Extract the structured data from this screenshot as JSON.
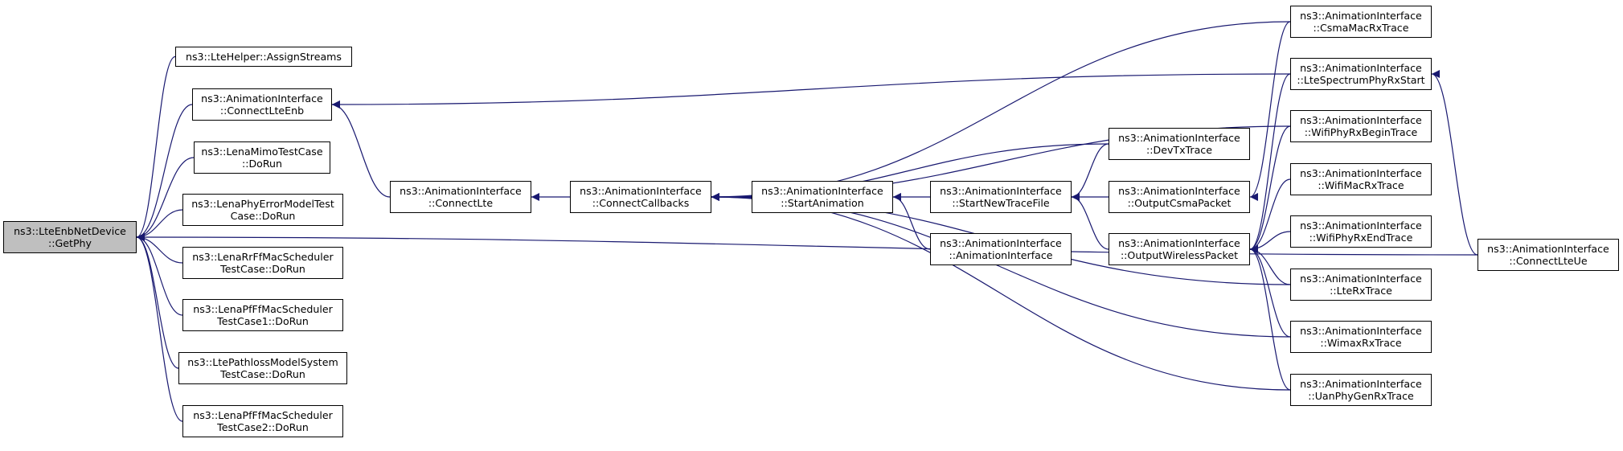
{
  "graph": {
    "edge_color": "#191970",
    "root_fill": "#bfbfbf",
    "node_fill": "#ffffff",
    "nodes": [
      {
        "id": "getphy",
        "lines": [
          "ns3::LteEnbNetDevice",
          "::GetPhy"
        ],
        "root": true
      },
      {
        "id": "assignstreams",
        "lines": [
          "ns3::LteHelper::AssignStreams"
        ]
      },
      {
        "id": "connectlteenb",
        "lines": [
          "ns3::AnimationInterface",
          "::ConnectLteEnb"
        ]
      },
      {
        "id": "lenamimo",
        "lines": [
          "ns3::LenaMimoTestCase",
          "::DoRun"
        ]
      },
      {
        "id": "lenaphyerror",
        "lines": [
          "ns3::LenaPhyErrorModelTest",
          "Case::DoRun"
        ]
      },
      {
        "id": "lenarrff",
        "lines": [
          "ns3::LenaRrFfMacScheduler",
          "TestCase::DoRun"
        ]
      },
      {
        "id": "lenapfff1",
        "lines": [
          "ns3::LenaPfFfMacScheduler",
          "TestCase1::DoRun"
        ]
      },
      {
        "id": "ltepathloss",
        "lines": [
          "ns3::LtePathlossModelSystem",
          "TestCase::DoRun"
        ]
      },
      {
        "id": "lenapfff2",
        "lines": [
          "ns3::LenaPfFfMacScheduler",
          "TestCase2::DoRun"
        ]
      },
      {
        "id": "connectlte",
        "lines": [
          "ns3::AnimationInterface",
          "::ConnectLte"
        ]
      },
      {
        "id": "connectcallbacks",
        "lines": [
          "ns3::AnimationInterface",
          "::ConnectCallbacks"
        ]
      },
      {
        "id": "startanimation",
        "lines": [
          "ns3::AnimationInterface",
          "::StartAnimation"
        ]
      },
      {
        "id": "startnewtracefile",
        "lines": [
          "ns3::AnimationInterface",
          "::StartNewTraceFile"
        ]
      },
      {
        "id": "animationinterface",
        "lines": [
          "ns3::AnimationInterface",
          "::AnimationInterface"
        ]
      },
      {
        "id": "devtxtrace",
        "lines": [
          "ns3::AnimationInterface",
          "::DevTxTrace"
        ]
      },
      {
        "id": "outputcsmapacket",
        "lines": [
          "ns3::AnimationInterface",
          "::OutputCsmaPacket"
        ]
      },
      {
        "id": "outputwirelesspacket",
        "lines": [
          "ns3::AnimationInterface",
          "::OutputWirelessPacket"
        ]
      },
      {
        "id": "csmamacrxtrace",
        "lines": [
          "ns3::AnimationInterface",
          "::CsmaMacRxTrace"
        ]
      },
      {
        "id": "ltespectrumphyrxstart",
        "lines": [
          "ns3::AnimationInterface",
          "::LteSpectrumPhyRxStart"
        ]
      },
      {
        "id": "wifiphyrxbegintrace",
        "lines": [
          "ns3::AnimationInterface",
          "::WifiPhyRxBeginTrace"
        ]
      },
      {
        "id": "wifimacrxtrace",
        "lines": [
          "ns3::AnimationInterface",
          "::WifiMacRxTrace"
        ]
      },
      {
        "id": "wifiphyrxendtrace",
        "lines": [
          "ns3::AnimationInterface",
          "::WifiPhyRxEndTrace"
        ]
      },
      {
        "id": "lterxtrace",
        "lines": [
          "ns3::AnimationInterface",
          "::LteRxTrace"
        ]
      },
      {
        "id": "wimaxrxtrace",
        "lines": [
          "ns3::AnimationInterface",
          "::WimaxRxTrace"
        ]
      },
      {
        "id": "uanphygenrxtrace",
        "lines": [
          "ns3::AnimationInterface",
          "::UanPhyGenRxTrace"
        ]
      },
      {
        "id": "connectlteue",
        "lines": [
          "ns3::AnimationInterface",
          "::ConnectLteUe"
        ]
      }
    ],
    "edges": [
      {
        "from": "assignstreams",
        "to": "getphy"
      },
      {
        "from": "connectlteenb",
        "to": "getphy"
      },
      {
        "from": "lenamimo",
        "to": "getphy"
      },
      {
        "from": "lenaphyerror",
        "to": "getphy"
      },
      {
        "from": "lenarrff",
        "to": "getphy"
      },
      {
        "from": "lenapfff1",
        "to": "getphy"
      },
      {
        "from": "ltepathloss",
        "to": "getphy"
      },
      {
        "from": "lenapfff2",
        "to": "getphy"
      },
      {
        "from": "connectlteue",
        "to": "getphy"
      },
      {
        "from": "connectlte",
        "to": "connectlteenb"
      },
      {
        "from": "ltespectrumphyrxstart",
        "to": "connectlteenb"
      },
      {
        "from": "connectcallbacks",
        "to": "connectlte"
      },
      {
        "from": "startanimation",
        "to": "connectcallbacks"
      },
      {
        "from": "startnewtracefile",
        "to": "startanimation"
      },
      {
        "from": "animationinterface",
        "to": "startanimation"
      },
      {
        "from": "devtxtrace",
        "to": "startnewtracefile"
      },
      {
        "from": "outputcsmapacket",
        "to": "startnewtracefile"
      },
      {
        "from": "outputwirelesspacket",
        "to": "startnewtracefile"
      },
      {
        "from": "csmamacrxtrace",
        "to": "outputcsmapacket"
      },
      {
        "from": "ltespectrumphyrxstart",
        "to": "outputwirelesspacket"
      },
      {
        "from": "wifiphyrxbegintrace",
        "to": "outputwirelesspacket"
      },
      {
        "from": "wifimacrxtrace",
        "to": "outputwirelesspacket"
      },
      {
        "from": "wifiphyrxendtrace",
        "to": "outputwirelesspacket"
      },
      {
        "from": "lterxtrace",
        "to": "outputwirelesspacket"
      },
      {
        "from": "wimaxrxtrace",
        "to": "outputwirelesspacket"
      },
      {
        "from": "uanphygenrxtrace",
        "to": "outputwirelesspacket"
      },
      {
        "from": "connectlteue",
        "to": "ltespectrumphyrxstart"
      },
      {
        "from": "csmamacrxtrace",
        "to": "connectcallbacks"
      },
      {
        "from": "devtxtrace",
        "to": "connectcallbacks"
      },
      {
        "from": "wifiphyrxbegintrace",
        "to": "connectcallbacks"
      },
      {
        "from": "lterxtrace",
        "to": "connectcallbacks"
      },
      {
        "from": "wimaxrxtrace",
        "to": "connectcallbacks"
      },
      {
        "from": "uanphygenrxtrace",
        "to": "connectcallbacks"
      }
    ]
  }
}
